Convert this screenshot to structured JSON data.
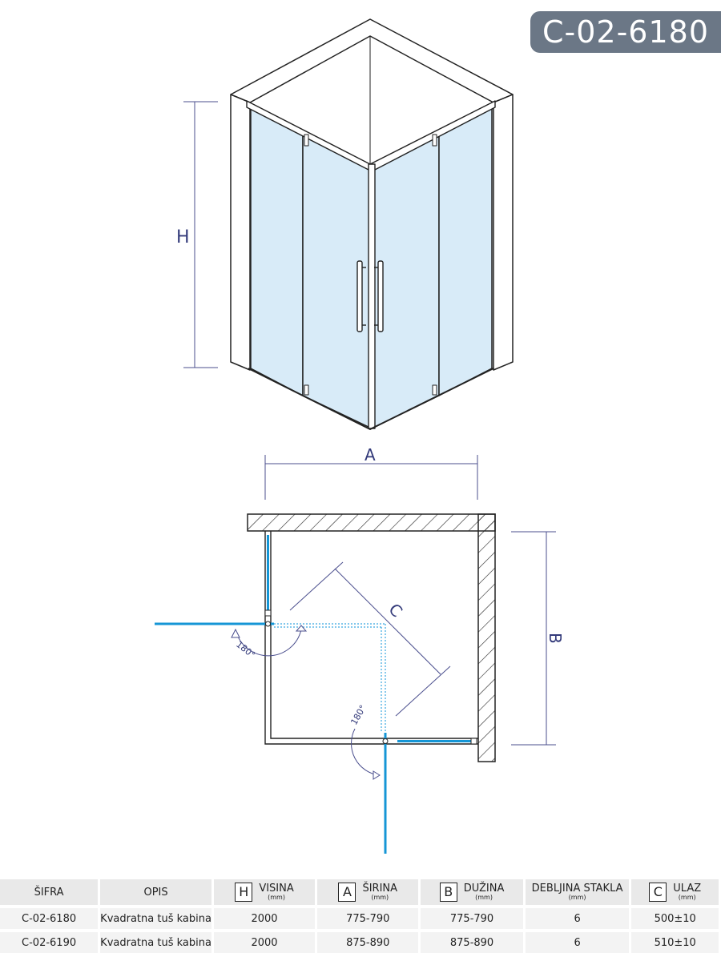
{
  "product_code": "C-02-6180",
  "dimensions": {
    "h_label": "H",
    "a_label": "A",
    "b_label": "B",
    "c_label": "C",
    "angle_left": "180°",
    "angle_bottom": "180°"
  },
  "table": {
    "headers": {
      "sifra": "ŠIFRA",
      "opis": "OPIS",
      "visina": {
        "letter": "H",
        "label": "VISINA",
        "unit": "(mm)"
      },
      "sirina": {
        "letter": "A",
        "label": "ŠIRINA",
        "unit": "(mm)"
      },
      "duzina": {
        "letter": "B",
        "label": "DUŽINA",
        "unit": "(mm)"
      },
      "debljina": {
        "label": "DEBLJINA STAKLA",
        "unit": "(mm)"
      },
      "ulaz": {
        "letter": "C",
        "label": "ULAZ",
        "unit": "(mm)"
      }
    },
    "rows": [
      {
        "sifra": "C-02-6180",
        "opis": "Kvadratna tuš kabina",
        "visina": "2000",
        "sirina": "775-790",
        "duzina": "775-790",
        "debljina": "6",
        "ulaz": "500±10"
      },
      {
        "sifra": "C-02-6190",
        "opis": "Kvadratna tuš kabina",
        "visina": "2000",
        "sirina": "875-890",
        "duzina": "875-890",
        "debljina": "6",
        "ulaz": "510±10"
      }
    ]
  },
  "colors": {
    "glass": "#d8ebf8",
    "door_blue": "#1596d6",
    "dimension": "#4b4f8e",
    "badge": "#6b7786"
  }
}
